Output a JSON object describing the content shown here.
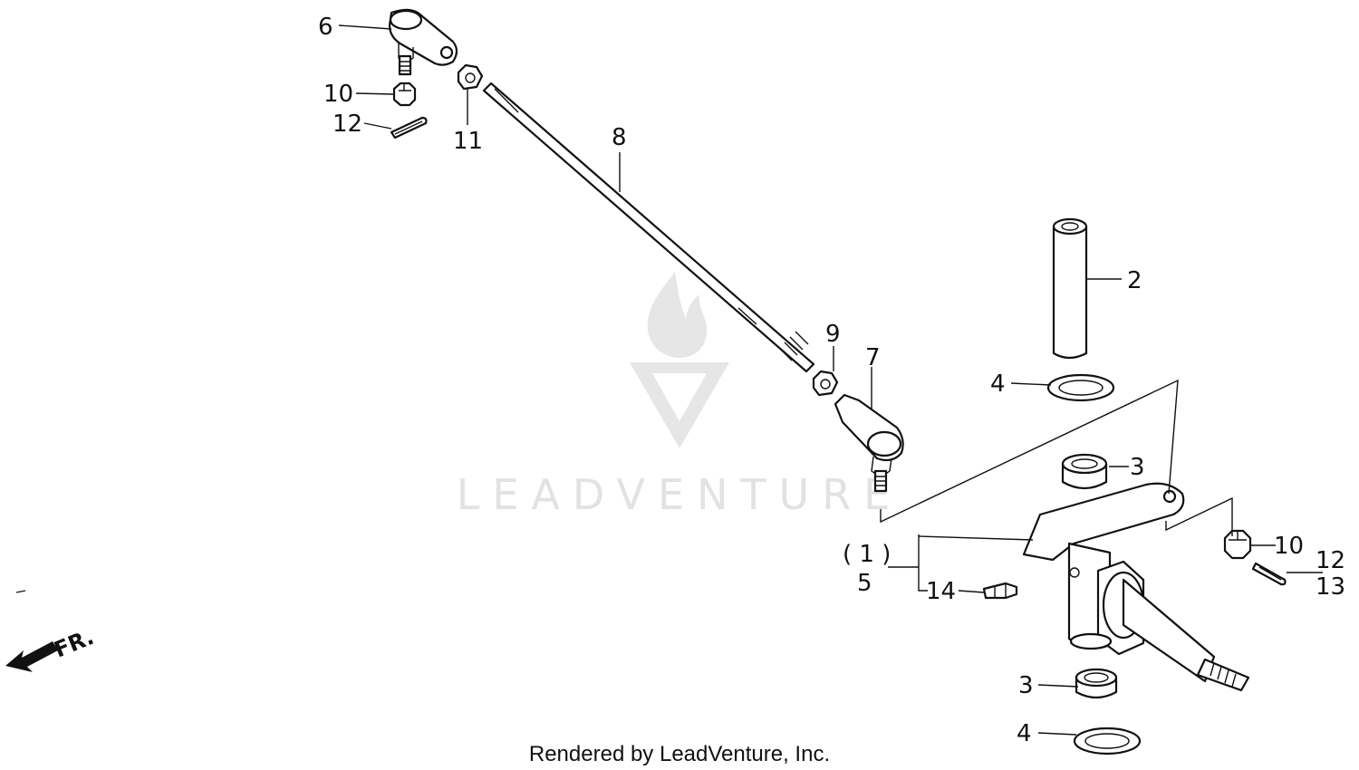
{
  "diagram": {
    "credit": "Rendered by LeadVenture, Inc.",
    "watermark": "LEADVENTURE",
    "direction_label": "FR.",
    "callouts": {
      "c1": "( 1 )",
      "c2": "2",
      "c3a": "3",
      "c3b": "3",
      "c4a": "4",
      "c4b": "4",
      "c5": "5",
      "c6": "6",
      "c7": "7",
      "c8": "8",
      "c9": "9",
      "c10a": "10",
      "c10b": "10",
      "c11": "11",
      "c12a": "12",
      "c12b": "12",
      "c13": "13",
      "c14": "14"
    }
  }
}
